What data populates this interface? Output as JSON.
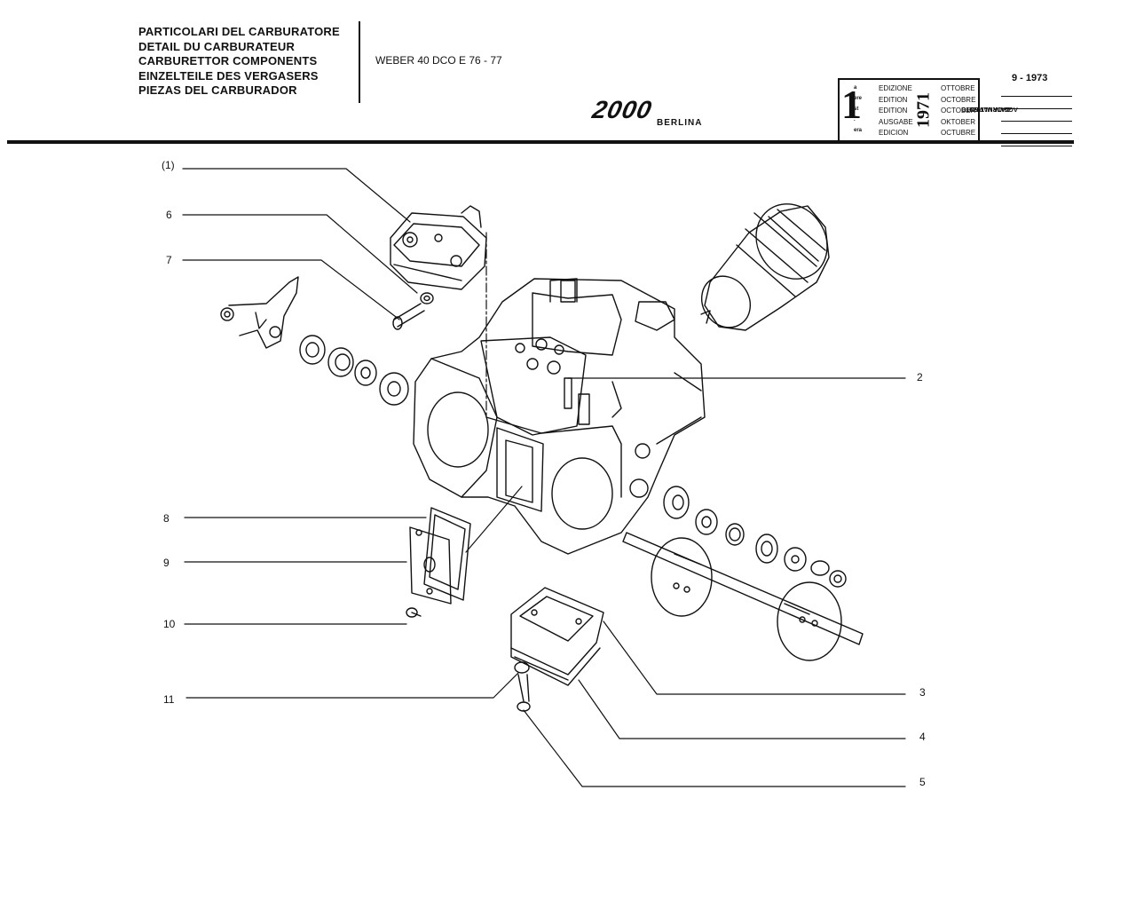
{
  "header": {
    "titles": [
      "PARTICOLARI DEL CARBURATORE",
      "DETAIL DU CARBURATEUR",
      "CARBURETTOR COMPONENTS",
      "EINZELTEILE DES VERGASERS",
      "PIEZAS DEL CARBURADOR"
    ],
    "model": "WEBER 40 DCO E 76 - 77",
    "logo": "2000",
    "logo_sub": "BERLINA"
  },
  "edition": {
    "number": "1",
    "suffixes": [
      "a",
      "ere",
      "st",
      ".",
      "era"
    ],
    "words": [
      "EDIZIONE",
      "EDITION",
      "EDITION",
      "AUSGABE",
      "EDICION"
    ],
    "months": [
      "OTTOBRE",
      "OCTOBRE",
      "OCTOBER",
      "OKTOBER",
      "OCTUBRE"
    ],
    "year": "1971",
    "update_label_1": "DATA ULTINO",
    "update_label_2": "AGGIORNAMENTO",
    "last_update": "9 - 1973"
  },
  "callouts": {
    "c1": "(1)",
    "c6": "6",
    "c7": "7",
    "c2": "2",
    "c8": "8",
    "c9": "9",
    "c10": "10",
    "c11": "11",
    "c3": "3",
    "c4": "4",
    "c5": "5"
  }
}
